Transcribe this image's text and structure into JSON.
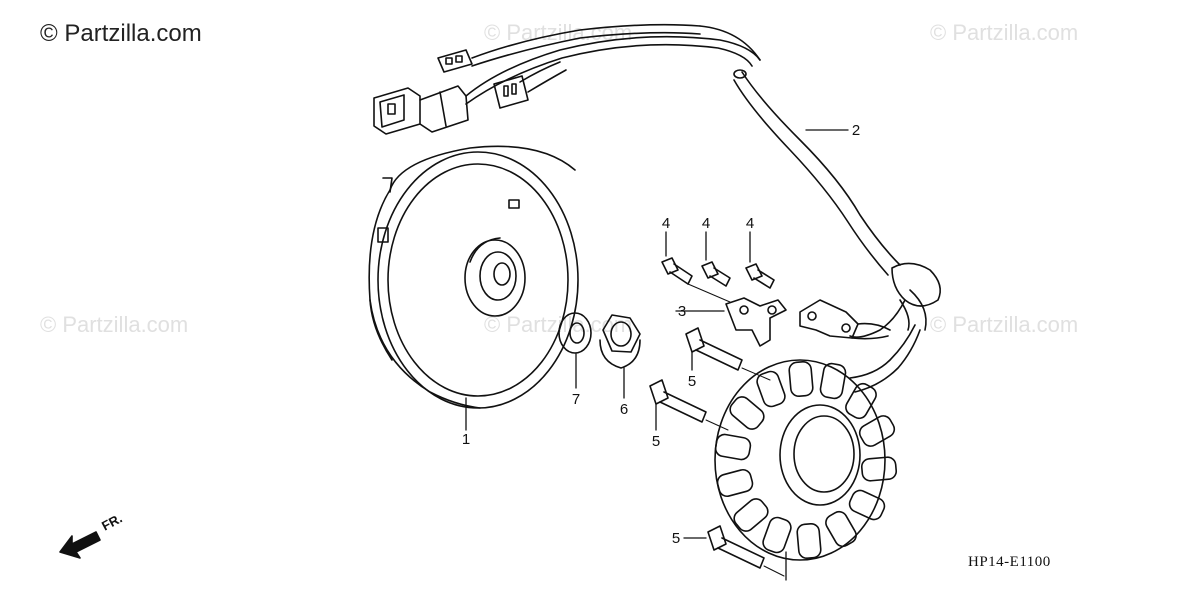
{
  "watermark": {
    "brand": "© Partzilla.com",
    "repeat_text": "© Partzilla.com"
  },
  "diagram": {
    "code": "HP14-E1100",
    "front_arrow_label": "FR.",
    "callouts": [
      {
        "id": "flywheel",
        "label": "1"
      },
      {
        "id": "wire-harness",
        "label": "2"
      },
      {
        "id": "pulse-clamp",
        "label": "3"
      },
      {
        "id": "bolt-a",
        "label": "4"
      },
      {
        "id": "bolt-b",
        "label": "4"
      },
      {
        "id": "bolt-c",
        "label": "4"
      },
      {
        "id": "stator-bolt-a",
        "label": "5"
      },
      {
        "id": "stator-bolt-b",
        "label": "5"
      },
      {
        "id": "stator-bolt-c",
        "label": "5"
      },
      {
        "id": "flange-nut",
        "label": "6"
      },
      {
        "id": "washer",
        "label": "7"
      }
    ]
  }
}
